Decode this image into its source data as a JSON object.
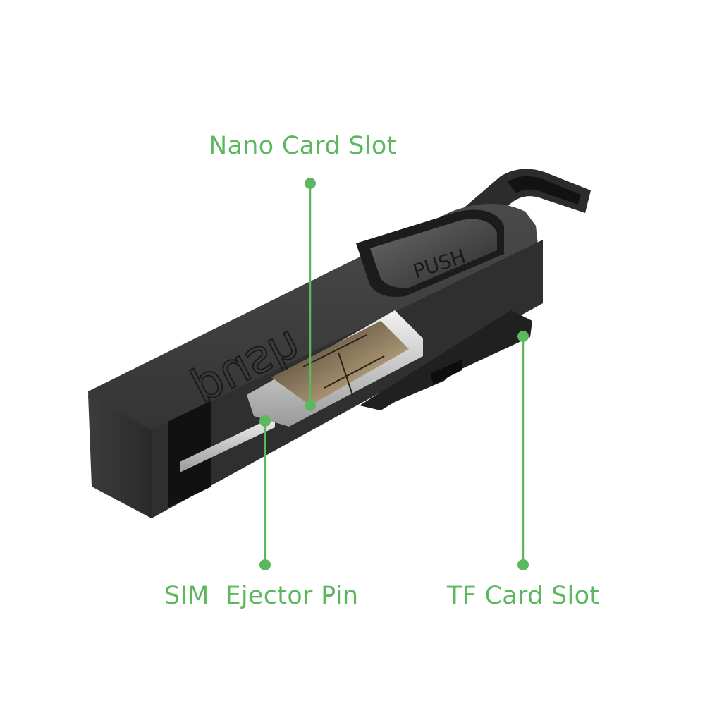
{
  "diagram": {
    "subject": "SIM card tool / card reader with ejector pin",
    "accent_color": "#5cb85f",
    "body_color": "#3a3a3a",
    "engraved_text": [
      "push",
      "PUSH"
    ],
    "callouts": [
      {
        "id": "nano",
        "label": "Nano Card Slot",
        "position": "top",
        "target": "nano SIM card tray"
      },
      {
        "id": "sim",
        "label": "SIM  Ejector Pin",
        "position": "bottom-left",
        "target": "metal ejector pin"
      },
      {
        "id": "tf",
        "label": "TF Card Slot",
        "position": "bottom-right",
        "target": "micro SD / TF card"
      }
    ]
  }
}
